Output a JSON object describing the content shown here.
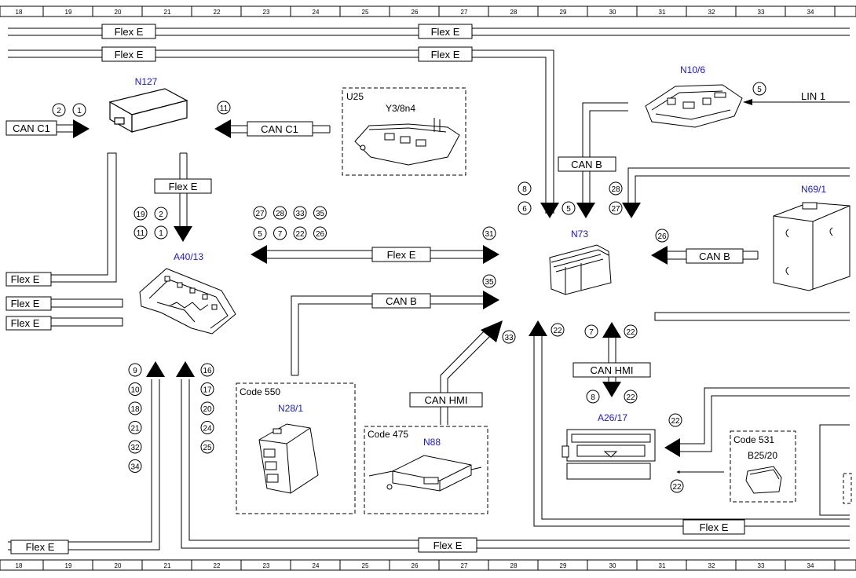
{
  "ruler": {
    "numbers": [
      "18",
      "19",
      "20",
      "21",
      "22",
      "23",
      "24",
      "25",
      "26",
      "27",
      "28",
      "29",
      "30",
      "31",
      "32",
      "33",
      "34"
    ]
  },
  "wires": {
    "flex_e": "Flex E",
    "can_c1": "CAN C1",
    "can_b": "CAN B",
    "can_hmi": "CAN HMI",
    "lin1": "LIN 1"
  },
  "devices": {
    "n127": "N127",
    "n10_6": "N10/6",
    "n69_1": "N69/1",
    "n73": "N73",
    "a40_13": "A40/13",
    "a26_17": "A26/17",
    "n28_1": "N28/1",
    "n88": "N88",
    "u25": "U25",
    "y3_8n4": "Y3/8n4",
    "b25_20": "B25/20"
  },
  "codes": {
    "code550": "Code 550",
    "code475": "Code 475",
    "code531": "Code 531"
  },
  "pins": {
    "n127_a": "2",
    "n127_b": "1",
    "n127_c": "11",
    "a40_r1a": "19",
    "a40_r1b": "2",
    "a40_r2a": "11",
    "a40_r2b": "1",
    "bus_r1": [
      "27",
      "28",
      "33",
      "35"
    ],
    "bus_r2": [
      "5",
      "7",
      "22",
      "26"
    ],
    "p31": "31",
    "p35": "35",
    "p33": "33",
    "n73_8": "8",
    "n73_6": "6",
    "n73_5": "5",
    "n73_28": "28",
    "n73_27": "27",
    "n73_26": "26",
    "n10_5": "5",
    "left_col": [
      "9",
      "10",
      "18",
      "21",
      "32",
      "34"
    ],
    "right_col": [
      "16",
      "17",
      "20",
      "24",
      "25"
    ],
    "n73_22a": "22",
    "n73_7": "7",
    "n73_22b": "22",
    "a26_8": "8",
    "a26_22": "22",
    "a26_22b": "22",
    "b25_22": "22"
  }
}
